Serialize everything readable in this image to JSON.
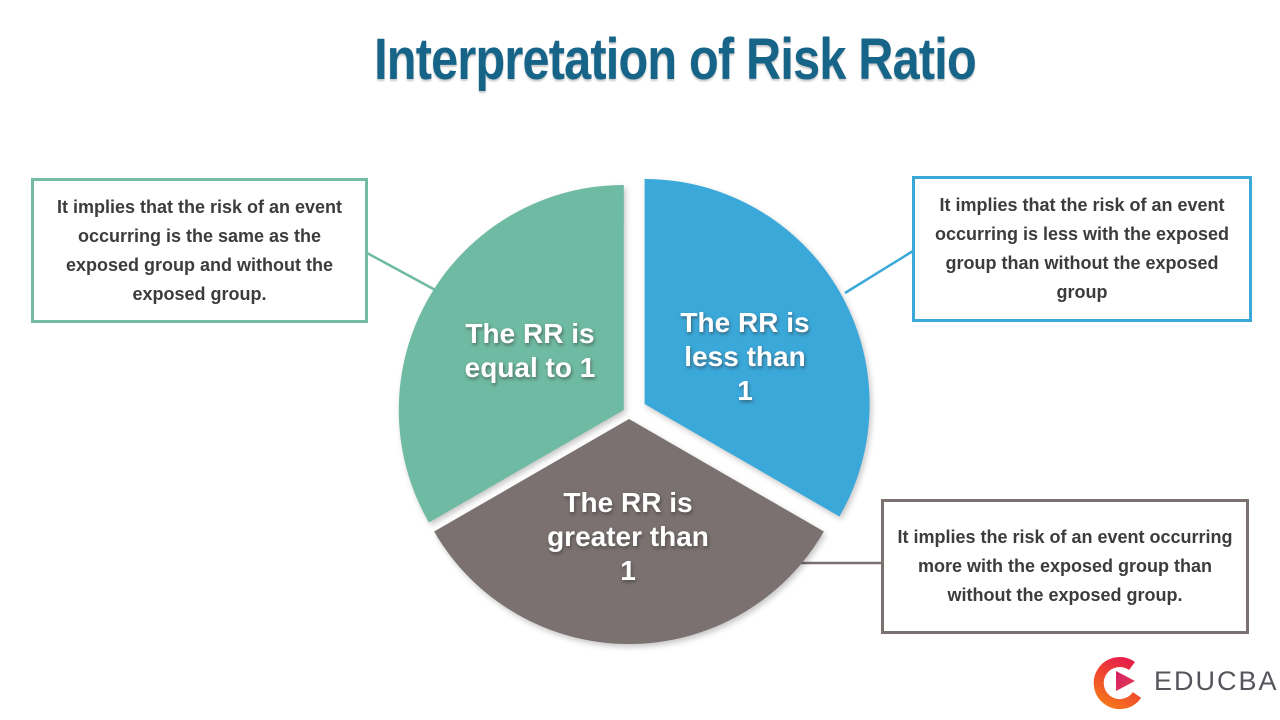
{
  "title": "Interpretation of Risk Ratio",
  "chart_data": {
    "type": "pie",
    "title": "Interpretation of Risk Ratio",
    "categories": [
      "The RR is equal to 1",
      "The RR is less than 1",
      "The RR is greater than 1"
    ],
    "values": [
      33.33,
      33.33,
      33.33
    ],
    "colors": [
      "#6FBAA2",
      "#3BA8DA",
      "#7A7170"
    ],
    "legend_position": "none",
    "exploded_slice": "The RR is less than 1"
  },
  "pie": {
    "slices": [
      {
        "id": "equal",
        "color": "#6FBAA2",
        "label_lines": [
          "The RR is",
          "equal to 1"
        ]
      },
      {
        "id": "less",
        "color": "#3BA8DA",
        "label_lines": [
          "The RR is",
          "less than",
          "1"
        ]
      },
      {
        "id": "greater",
        "color": "#7A7170",
        "label_lines": [
          "The RR is",
          "greater than",
          "1"
        ]
      }
    ]
  },
  "callouts": [
    {
      "id": "equal",
      "border_color": "#74BCA6",
      "text": "It implies that the risk of an event occurring is the same as the exposed group and without the exposed group."
    },
    {
      "id": "less",
      "border_color": "#3BA8DA",
      "text": "It implies that the risk of an event occurring is less with the exposed group than without the exposed group"
    },
    {
      "id": "greater",
      "border_color": "#7A7170",
      "text": "It implies the risk of an event occurring more with the exposed group than without the exposed group."
    }
  ],
  "logo": {
    "text": "EDUCBA"
  },
  "colors": {
    "title": "#176489",
    "slice_equal": "#6FBAA2",
    "slice_less": "#3BA8DA",
    "slice_greater": "#7A7170",
    "callout_text": "#3C3C3C",
    "logo_text": "#54565B",
    "logo_red": "#E62249",
    "logo_orange": "#F5741F",
    "logo_magenta": "#D21F62"
  }
}
